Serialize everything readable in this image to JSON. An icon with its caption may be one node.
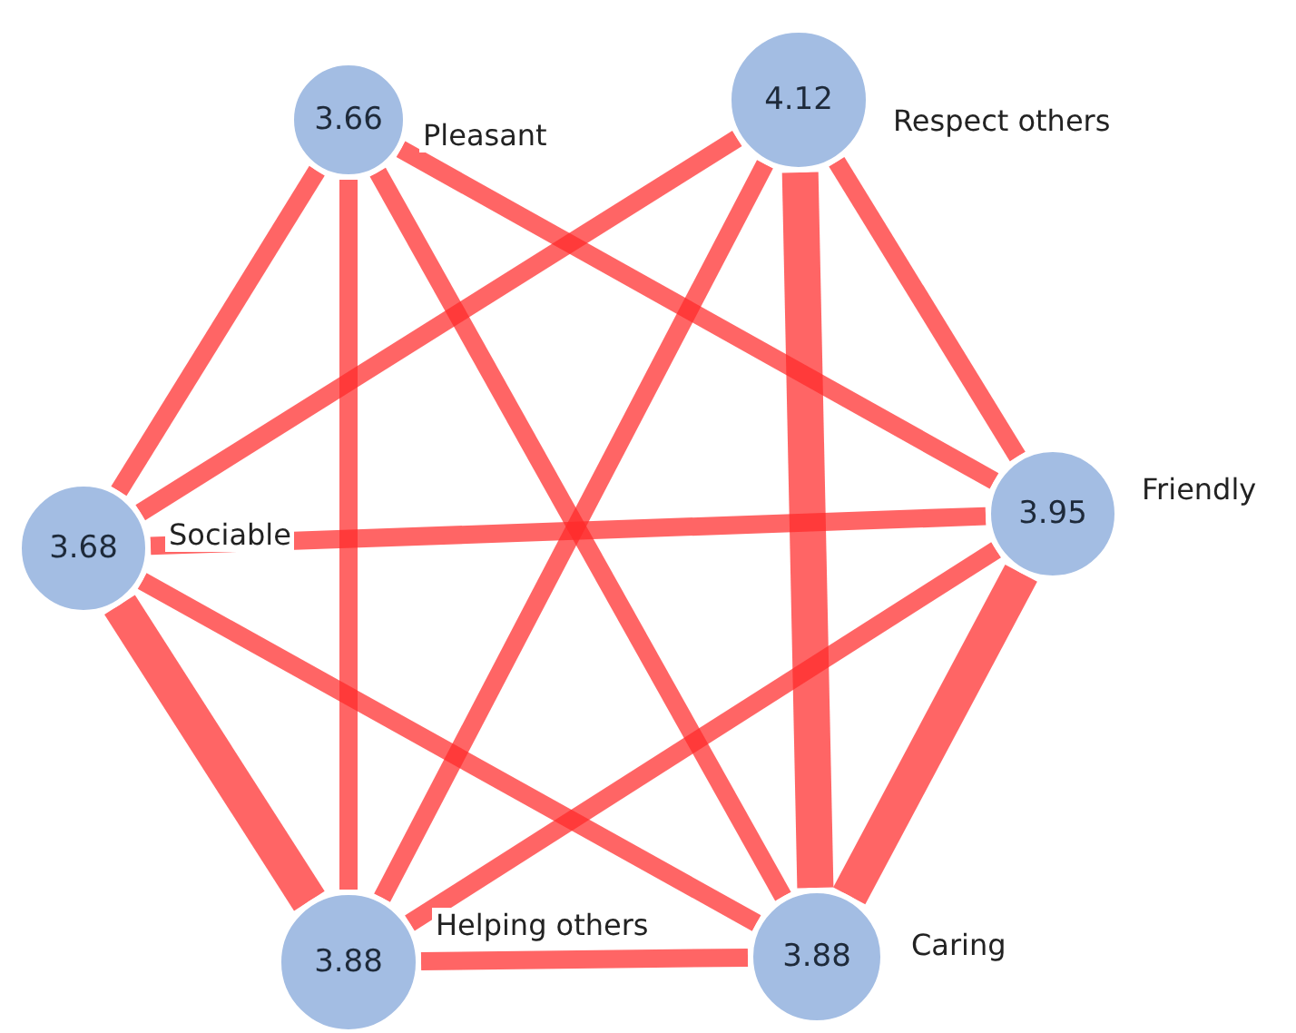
{
  "diagram": {
    "nodes": [
      {
        "text": [
          "3.66"
        ],
        "beside": [
          "Pleasant"
        ]
      },
      {
        "text": [
          "4.12"
        ],
        "beside": [
          "Respect others"
        ]
      },
      {
        "text": [
          "3.68"
        ],
        "beside": [
          "Sociable"
        ]
      },
      {
        "text": [
          "3.95"
        ],
        "beside": [
          "Friendly"
        ]
      },
      {
        "text": [
          "3.88"
        ],
        "beside": [
          "Helping others"
        ]
      },
      {
        "text": [
          "3.88"
        ],
        "beside": [
          "Caring"
        ]
      }
    ],
    "edges": [
      {
        "from": 0,
        "to": 2,
        "arrow": "none"
      },
      {
        "from": 0,
        "to": 4,
        "arrow": "none"
      },
      {
        "from": 0,
        "to": 5,
        "arrow": "none"
      },
      {
        "from": 0,
        "to": 3,
        "arrow": "none"
      },
      {
        "from": 1,
        "to": 2,
        "arrow": "none"
      },
      {
        "from": 1,
        "to": 4,
        "arrow": "none"
      },
      {
        "from": 1,
        "to": 5,
        "arrow": "none",
        "style": "thick"
      },
      {
        "from": 1,
        "to": 3,
        "arrow": "none"
      },
      {
        "from": 2,
        "to": 3,
        "arrow": "none"
      },
      {
        "from": 2,
        "to": 4,
        "arrow": "none",
        "style": "thick"
      },
      {
        "from": 2,
        "to": 5,
        "arrow": "none"
      },
      {
        "from": 3,
        "to": 4,
        "arrow": "none"
      },
      {
        "from": 3,
        "to": 5,
        "arrow": "none",
        "style": "thick"
      },
      {
        "from": 4,
        "to": 5,
        "arrow": "none"
      }
    ]
  }
}
